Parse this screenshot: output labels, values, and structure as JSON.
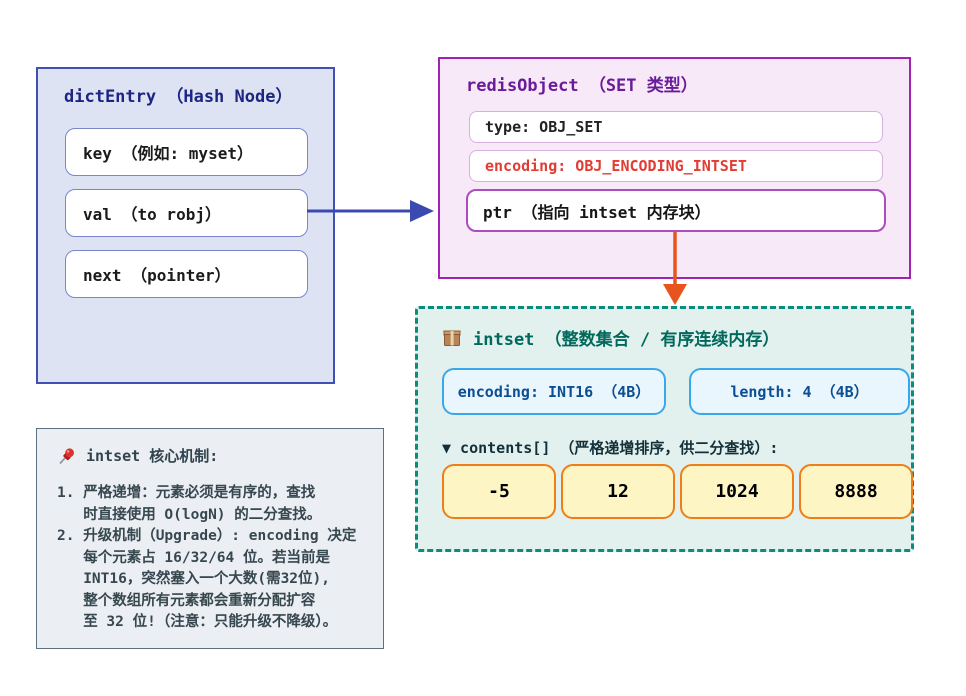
{
  "dict_entry": {
    "title": "dictEntry （Hash Node）",
    "fields": [
      "key （例如: myset）",
      "val （to robj）",
      "next （pointer）"
    ]
  },
  "redis_object": {
    "title": "redisObject （SET 类型）",
    "type_field": "type: OBJ_SET",
    "encoding_field": "encoding: OBJ_ENCODING_INTSET",
    "ptr_field": "ptr （指向 intset 内存块）"
  },
  "intset": {
    "icon": "package-icon",
    "title": "intset （整数集合 / 有序连续内存）",
    "encoding_chip": "encoding: INT16 （4B）",
    "length_chip": "length: 4 （4B）",
    "contents_label": "▼ contents[] （严格递增排序，供二分查找）:",
    "contents": [
      "-5",
      "12",
      "1024",
      "8888"
    ]
  },
  "note": {
    "icon": "pushpin-icon",
    "title": "intset 核心机制:",
    "lines": [
      "1. 严格递增：元素必须是有序的，查找",
      "   时直接使用 O(logN) 的二分查找。",
      "2. 升级机制（Upgrade）: encoding 决定",
      "   每个元素占 16/32/64 位。若当前是",
      "   INT16，突然塞入一个大数(需32位),",
      "   整个数组所有元素都会重新分配扩容",
      "   至 32 位!（注意：只能升级不降级）。"
    ]
  },
  "arrows": [
    {
      "name": "val-to-redisobject",
      "direction": "right",
      "color": "#3a4ab0"
    },
    {
      "name": "ptr-to-intset",
      "direction": "down",
      "color": "#e8541d"
    }
  ],
  "colors": {
    "dict_box_bg": "#dee3f3",
    "dict_box_border": "#4050b5",
    "dict_title": "#1c2582",
    "robj_box_bg": "#f7e9f8",
    "robj_box_border": "#a023b3",
    "robj_title": "#6a1b9a",
    "encoding_red": "#e23c35",
    "intset_bg": "#e3f1ee",
    "intset_border": "#0b8d7d",
    "intset_title": "#00695c",
    "chip_bg": "#eaf6fd",
    "chip_border": "#3aa7e9",
    "chip_text": "#0c4e93",
    "cell_bg": "#fdf6c4",
    "cell_border": "#ee7e19",
    "note_bg": "#ebeef2",
    "note_border": "#5c7282"
  }
}
